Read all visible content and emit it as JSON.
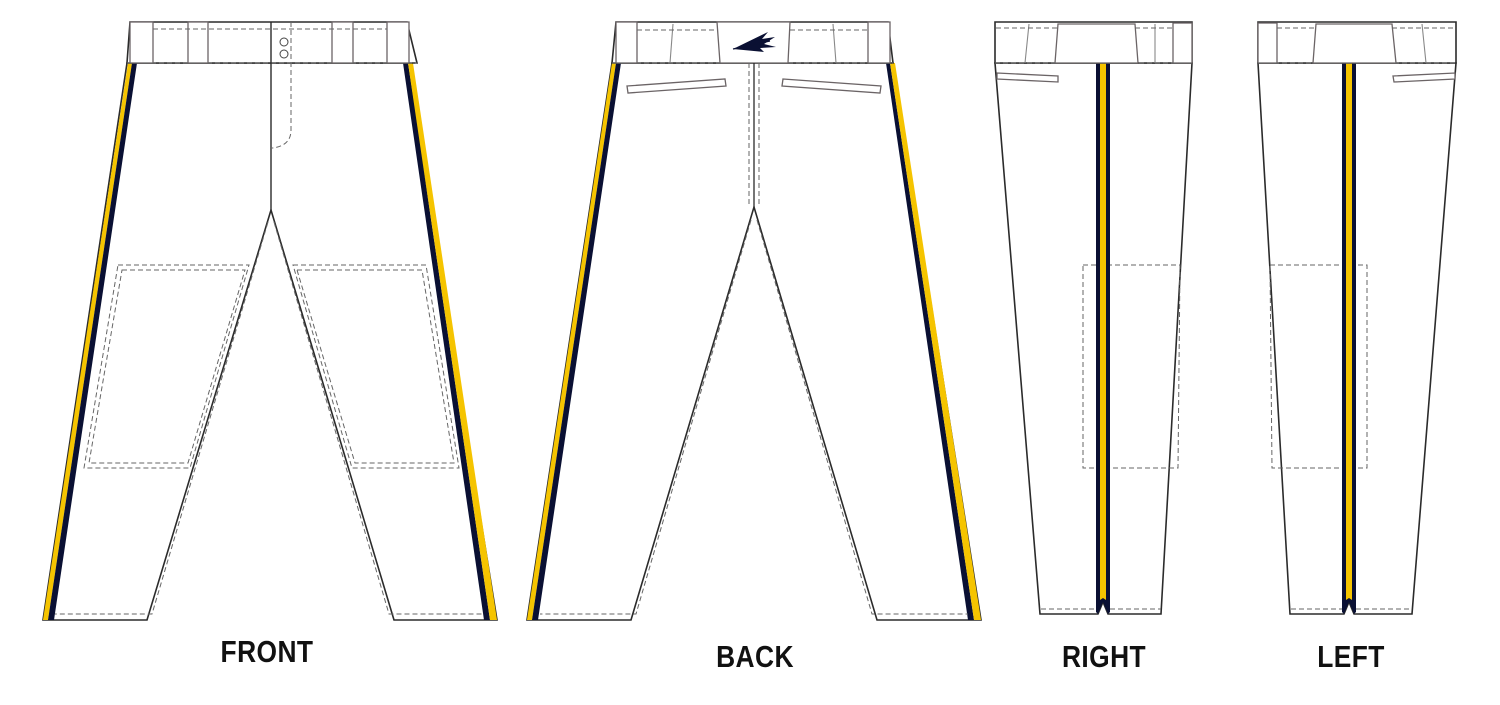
{
  "views": [
    {
      "id": "front",
      "label": "FRONT"
    },
    {
      "id": "back",
      "label": "BACK"
    },
    {
      "id": "right",
      "label": "RIGHT"
    },
    {
      "id": "left",
      "label": "LEFT"
    }
  ],
  "colors": {
    "stripe_navy": "#0a1033",
    "stripe_gold": "#f5c400",
    "outline": "#2b2b2b",
    "body": "#ffffff"
  },
  "icons": {
    "back_logo": "triple-arrow-logo-icon"
  }
}
